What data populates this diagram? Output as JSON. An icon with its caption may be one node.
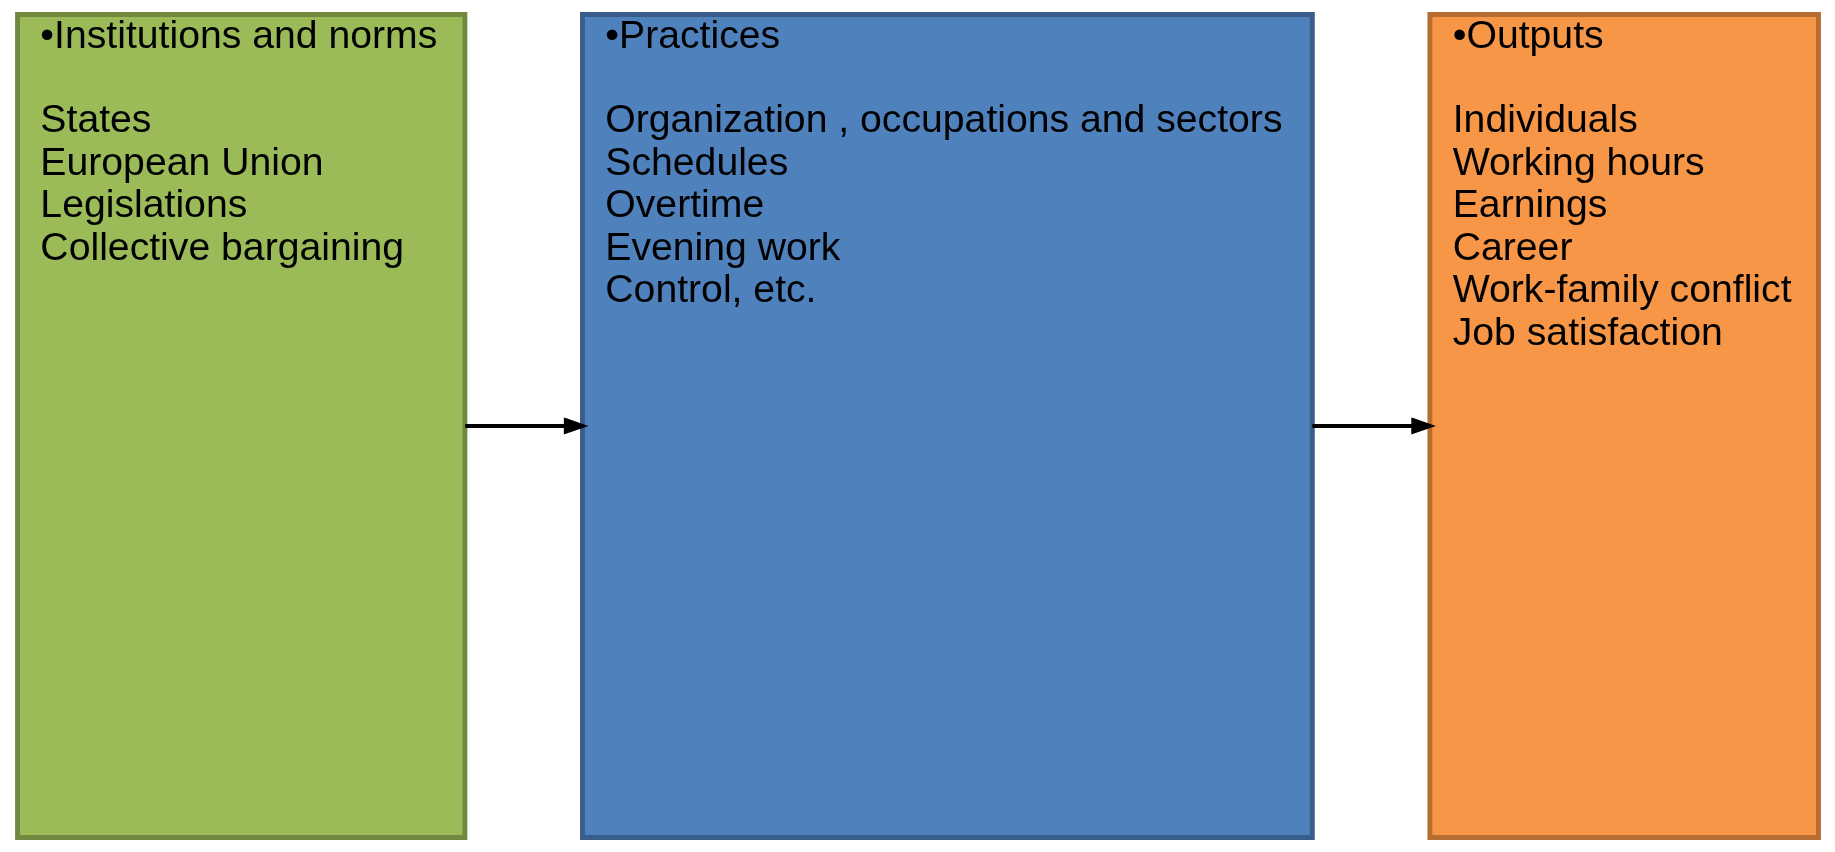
{
  "diagram": {
    "nodes": [
      {
        "text": [
          "•Institutions and norms",
          "States",
          "European Union",
          "Legislations",
          "Collective bargaining"
        ]
      },
      {
        "text": [
          "•Practices",
          "Organization , occupations and sectors",
          "Schedules",
          "Overtime",
          "Evening work",
          "Control, etc."
        ]
      },
      {
        "text": [
          "•Outputs",
          "Individuals",
          "Working hours",
          "Earnings",
          "Career",
          "Work-family conflict",
          "Job satisfaction"
        ]
      }
    ],
    "edges": [
      {
        "from": 0,
        "to": 1,
        "arrow": "to"
      },
      {
        "from": 1,
        "to": 2,
        "arrow": "to"
      }
    ]
  }
}
